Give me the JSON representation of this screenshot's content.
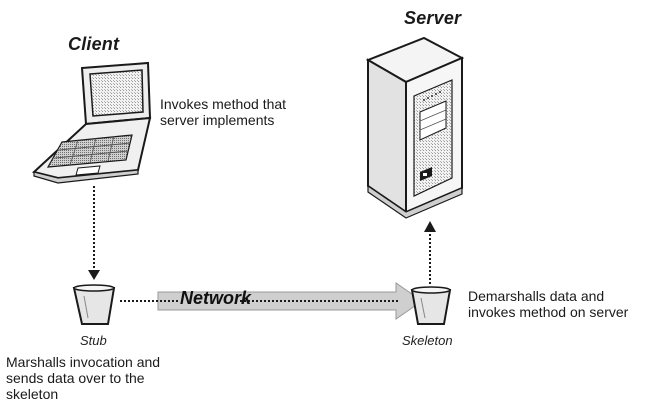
{
  "diagram": {
    "client": {
      "title": "Client",
      "description": "Invokes method that\nserver implements",
      "icon": "laptop-icon"
    },
    "server": {
      "title": "Server",
      "icon": "server-tower-icon"
    },
    "stub": {
      "label": "Stub",
      "description": "Marshalls invocation and\nsends data over to the\nskeleton",
      "icon": "stub-funnel-icon"
    },
    "skeleton": {
      "label": "Skeleton",
      "description": "Demarshalls data and\ninvokes method on server",
      "icon": "skeleton-funnel-icon"
    },
    "network": {
      "label": "Network"
    },
    "colors": {
      "ink": "#1a1a1a",
      "arrow_fill": "#c8c8c8",
      "device_fill": "#eeeeee"
    }
  }
}
